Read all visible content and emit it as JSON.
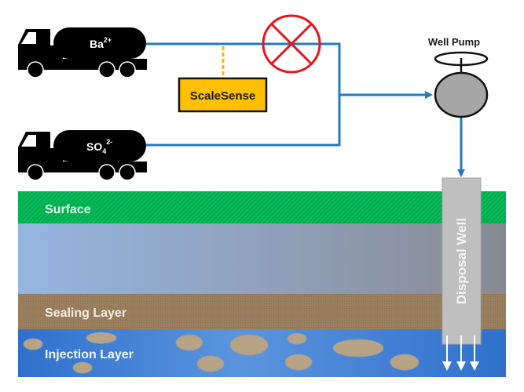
{
  "diagram": {
    "trucks": [
      {
        "id": "barium-truck",
        "ion_base": "Ba",
        "ion_sub": "",
        "ion_charge": "2+"
      },
      {
        "id": "sulfate-truck",
        "ion_base": "SO",
        "ion_sub": "4",
        "ion_charge": "2-"
      }
    ],
    "sensor": {
      "label": "ScaleSense"
    },
    "valve": {
      "state": "blocked",
      "symbol": "x-circle"
    },
    "pump": {
      "label": "Well Pump"
    },
    "well": {
      "label": "Disposal Well"
    },
    "layers": [
      {
        "name": "surface",
        "label": "Surface"
      },
      {
        "name": "aquifer",
        "label": ""
      },
      {
        "name": "sealing",
        "label": "Sealing Layer"
      },
      {
        "name": "injection",
        "label": "Injection Layer"
      }
    ],
    "colors": {
      "pipe": "#1f7cc0",
      "valve": "#e8141c",
      "sensor_fill": "#ffc000",
      "sensor_link": "#f5b700",
      "surface": "#00b050",
      "sealing": "#9a7f5f",
      "injection": "#3b7fd4",
      "pebble": "#b8a384",
      "well": "#bfbfbf",
      "pump": "#a6a6a6"
    }
  }
}
